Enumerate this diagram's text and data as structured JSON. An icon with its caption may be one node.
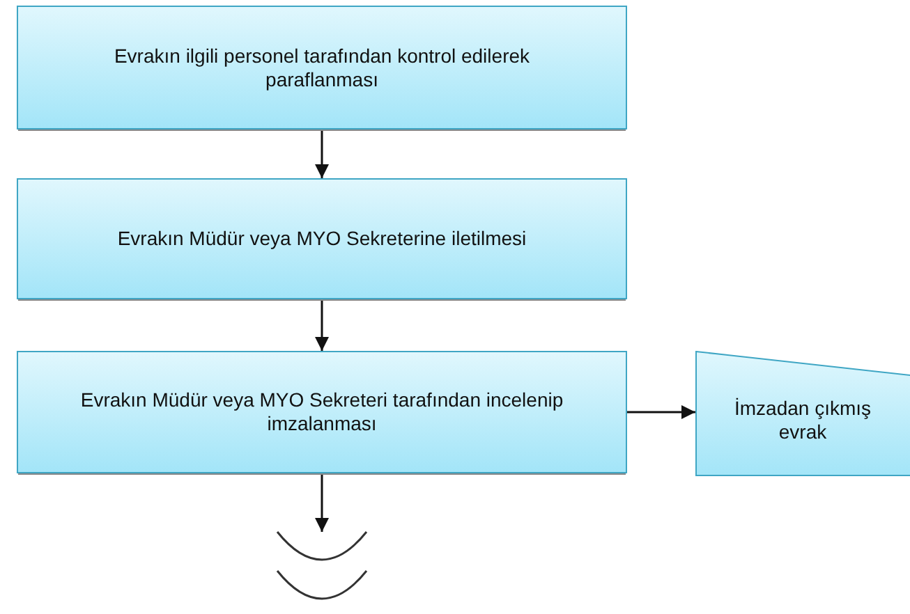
{
  "diagram": {
    "nodes": [
      {
        "text": [
          "Evrakın ilgili personel tarafından kontrol edilerek paraflanması"
        ]
      },
      {
        "text": [
          "Evrakın Müdür veya MYO Sekreterine iletilmesi"
        ]
      },
      {
        "text": [
          "Evrakın Müdür veya MYO Sekreteri tarafından incelenip imzalanması"
        ]
      },
      {
        "text": [
          "İmzadan çıkmış evrak"
        ]
      },
      {
        "text": [],
        "shape": "arc"
      }
    ],
    "edges": [
      {
        "from": 0,
        "to": 1,
        "arrow": "to"
      },
      {
        "from": 1,
        "to": 2,
        "arrow": "to"
      },
      {
        "from": 2,
        "to": 3,
        "arrow": "to"
      },
      {
        "from": 2,
        "to": 4,
        "arrow": "to"
      }
    ]
  }
}
